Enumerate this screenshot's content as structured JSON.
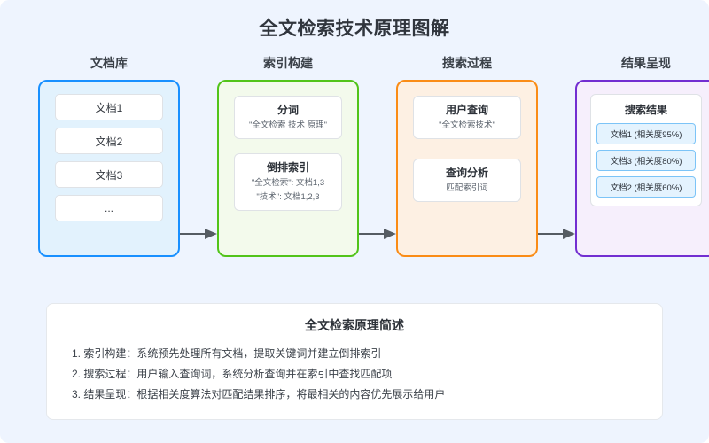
{
  "page": {
    "title": "全文检索技术原理图解",
    "background_color": "#eef4fe"
  },
  "columns": [
    {
      "id": "doc-library",
      "header": "文档库",
      "accent_color": "#1890ff",
      "fill_color": "#e2f2fd",
      "items": [
        {
          "label": "文档1"
        },
        {
          "label": "文档2"
        },
        {
          "label": "文档3"
        },
        {
          "label": "..."
        }
      ]
    },
    {
      "id": "index-building",
      "header": "索引构建",
      "accent_color": "#52c41a",
      "fill_color": "#f3faec",
      "cards": [
        {
          "title": "分词",
          "lines": [
            "\"全文检索 技术 原理\""
          ]
        },
        {
          "title": "倒排索引",
          "lines": [
            "\"全文检索\": 文档1,3",
            "\"技术\": 文档1,2,3"
          ]
        }
      ]
    },
    {
      "id": "search-process",
      "header": "搜索过程",
      "accent_color": "#fa8c16",
      "fill_color": "#fdf0e3",
      "cards": [
        {
          "title": "用户查询",
          "lines": [
            "\"全文检索技术\""
          ]
        },
        {
          "title": "查询分析",
          "lines": [
            "匹配索引词"
          ]
        }
      ]
    },
    {
      "id": "results-display",
      "header": "结果呈现",
      "accent_color": "#722ed1",
      "fill_color": "#f6effc",
      "results_card": {
        "title": "搜索结果",
        "results": [
          {
            "label": "文档1 (相关度95%)"
          },
          {
            "label": "文档3 (相关度80%)"
          },
          {
            "label": "文档2 (相关度60%)"
          }
        ]
      }
    }
  ],
  "arrows": {
    "color": "#555c63",
    "count": 3
  },
  "summary": {
    "title": "全文检索原理简述",
    "lines": [
      "1. 索引构建：系统预先处理所有文档，提取关键词并建立倒排索引",
      "2. 搜索过程：用户输入查询词，系统分析查询并在索引中查找匹配项",
      "3. 结果呈现：根据相关度算法对匹配结果排序，将最相关的内容优先展示给用户"
    ]
  }
}
